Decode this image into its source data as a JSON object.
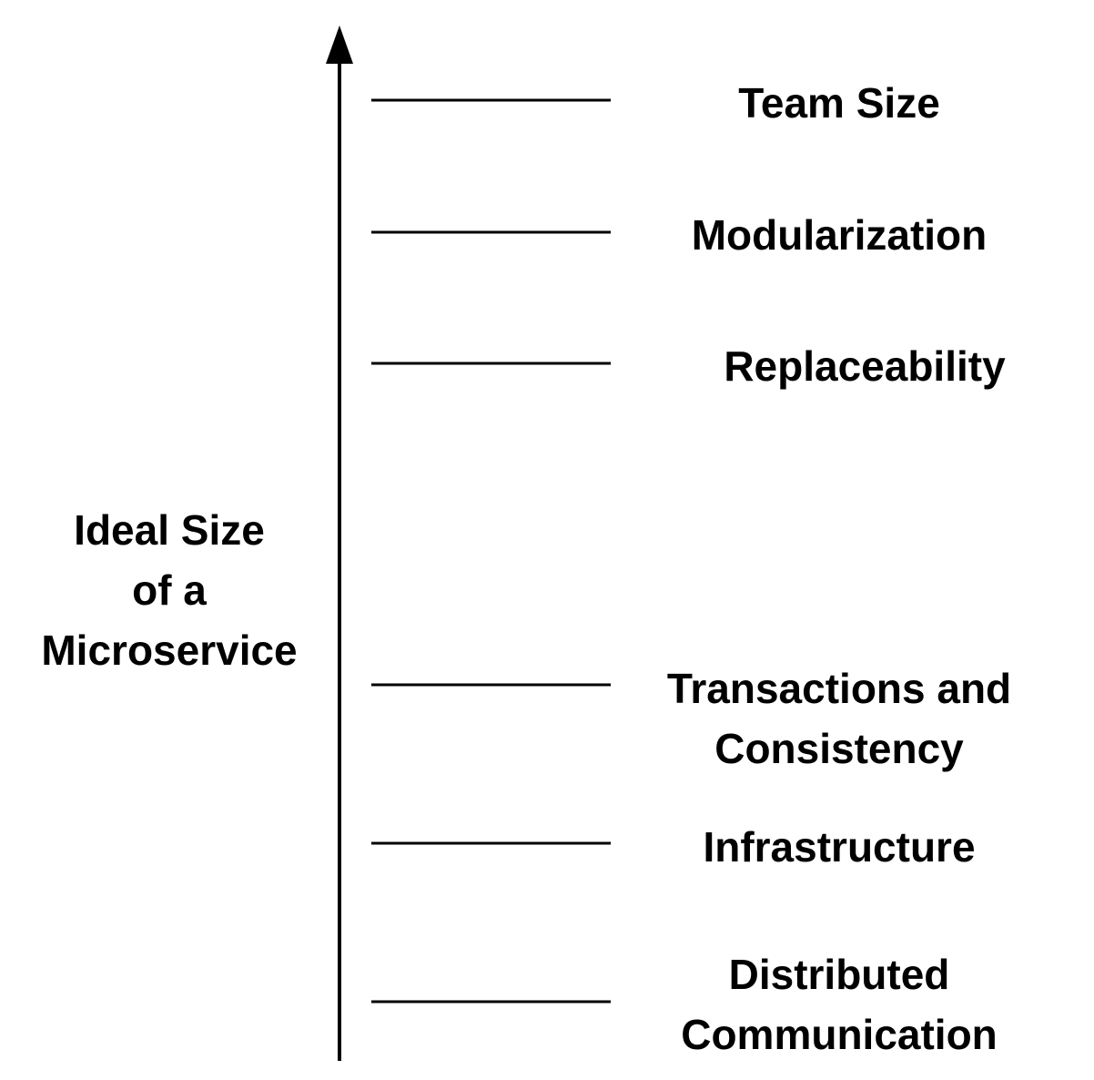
{
  "axis": {
    "label_lines": [
      "Ideal Size",
      "of a",
      "Microservice"
    ]
  },
  "factors": [
    {
      "lines": [
        "Team Size"
      ]
    },
    {
      "lines": [
        "Modularization"
      ]
    },
    {
      "lines": [
        "Replaceability"
      ]
    },
    {
      "lines": [
        "Transactions and",
        "Consistency"
      ]
    },
    {
      "lines": [
        "Infrastructure"
      ]
    },
    {
      "lines": [
        "Distributed",
        "Communication"
      ]
    }
  ],
  "colors": {
    "stroke": "#000000",
    "text": "#000000",
    "background": "#ffffff"
  }
}
